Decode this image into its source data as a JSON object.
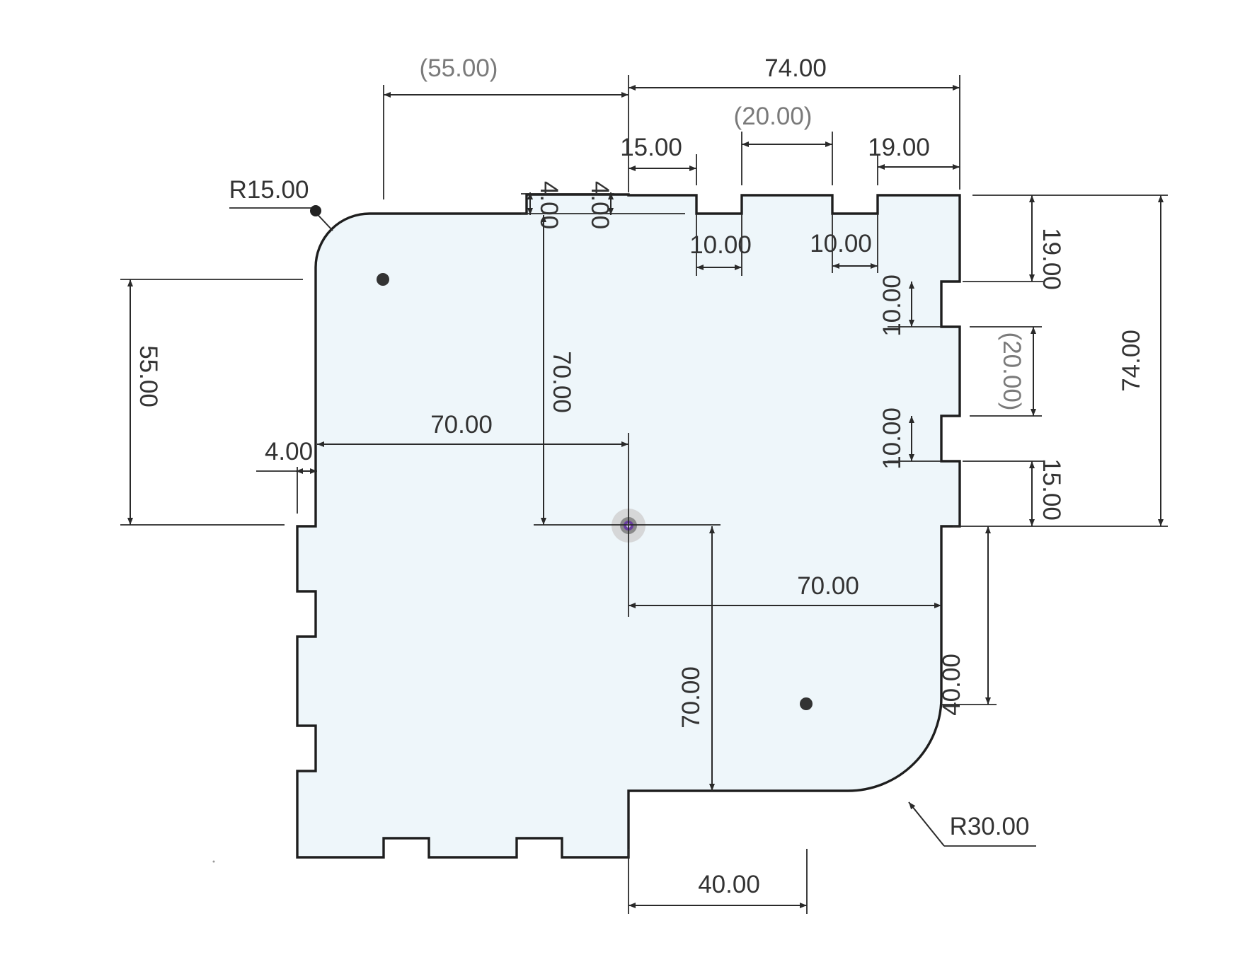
{
  "colors": {
    "sketch_fill": "#eef6fa",
    "profile_stroke": "#1e1e1e",
    "driving_text": "#333333",
    "driven_text": "#7a7a7a",
    "origin_point": "#6a3fa0"
  },
  "dimensions": {
    "top_left_reference": "(55.00)",
    "top_overall": "74.00",
    "top_slot_reference": "(20.00)",
    "top_tab_left": "15.00",
    "top_tab_right": "19.00",
    "top_slot_width_a": "10.00",
    "top_slot_width_b": "10.00",
    "top_depth_a": "4.00",
    "top_depth_b": "4.00",
    "corner_radius_small": "R15.00",
    "corner_radius_large": "R30.00",
    "left_height": "55.00",
    "left_depth": "4.00",
    "origin_to_left": "70.00",
    "origin_to_top": "70.00",
    "origin_to_right": "70.00",
    "origin_to_bottom": "70.00",
    "right_tab_top": "19.00",
    "right_slot_a": "10.00",
    "right_slot_reference": "(20.00)",
    "right_slot_b": "10.00",
    "right_tab_bottom": "15.00",
    "right_overall": "74.00",
    "right_lower": "40.00",
    "bottom_lower": "40.00"
  }
}
